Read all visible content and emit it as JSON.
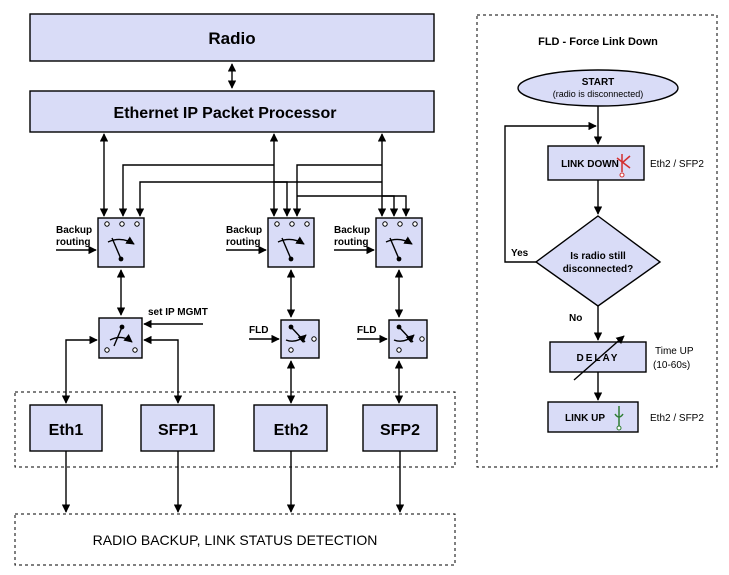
{
  "diagram": {
    "radio": "Radio",
    "processor": "Ethernet IP Packet Processor",
    "backup_routing_line1": "Backup",
    "backup_routing_line2": "routing",
    "set_ip_mgmt": "set IP MGMT",
    "fld": "FLD",
    "ports": [
      "Eth1",
      "SFP1",
      "Eth2",
      "SFP2"
    ],
    "bottom_label": "RADIO BACKUP, LINK STATUS DETECTION"
  },
  "flowchart": {
    "title": "FLD - Force Link Down",
    "start_line1": "START",
    "start_line2": "(radio is disconnected)",
    "link_down": "LINK DOWN",
    "link_down_ports": "Eth2 / SFP2",
    "decision_line1": "Is radio still",
    "decision_line2": "disconnected?",
    "yes": "Yes",
    "no": "No",
    "delay": "DELAY",
    "time_up_line1": "Time UP",
    "time_up_line2": "(10-60s)",
    "link_up": "LINK UP",
    "link_up_ports": "Eth2 / SFP2"
  },
  "colors": {
    "box_fill": "#d9dcf7",
    "link_down_icon": "#d32f2f",
    "link_up_icon": "#2e7d32"
  }
}
